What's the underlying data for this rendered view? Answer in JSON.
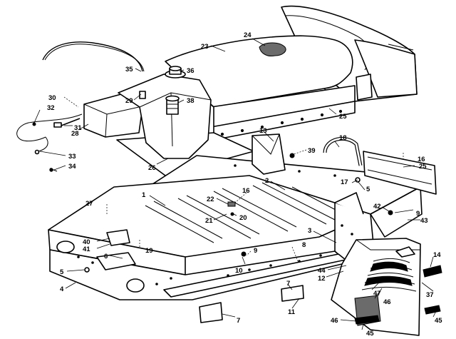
{
  "figure": {
    "labels": [
      {
        "id": "1",
        "text": "1"
      },
      {
        "id": "2",
        "text": "2"
      },
      {
        "id": "3",
        "text": "3"
      },
      {
        "id": "4",
        "text": "4"
      },
      {
        "id": "5a",
        "text": "5"
      },
      {
        "id": "5b",
        "text": "5"
      },
      {
        "id": "6",
        "text": "6"
      },
      {
        "id": "7a",
        "text": "7"
      },
      {
        "id": "7b",
        "text": "7"
      },
      {
        "id": "8",
        "text": "8"
      },
      {
        "id": "9a",
        "text": "9"
      },
      {
        "id": "9b",
        "text": "9"
      },
      {
        "id": "10",
        "text": "10"
      },
      {
        "id": "11",
        "text": "11"
      },
      {
        "id": "12",
        "text": "12"
      },
      {
        "id": "13",
        "text": "13"
      },
      {
        "id": "14",
        "text": "14"
      },
      {
        "id": "16a",
        "text": "16"
      },
      {
        "id": "16b",
        "text": "16"
      },
      {
        "id": "17",
        "text": "17"
      },
      {
        "id": "18",
        "text": "18"
      },
      {
        "id": "19",
        "text": "19"
      },
      {
        "id": "20",
        "text": "20"
      },
      {
        "id": "21",
        "text": "21"
      },
      {
        "id": "22",
        "text": "22"
      },
      {
        "id": "23",
        "text": "23"
      },
      {
        "id": "24",
        "text": "24"
      },
      {
        "id": "25a",
        "text": "25"
      },
      {
        "id": "25b",
        "text": "25"
      },
      {
        "id": "26",
        "text": "26"
      },
      {
        "id": "27",
        "text": "27"
      },
      {
        "id": "28",
        "text": "28"
      },
      {
        "id": "29",
        "text": "29"
      },
      {
        "id": "30",
        "text": "30"
      },
      {
        "id": "31",
        "text": "31"
      },
      {
        "id": "32",
        "text": "32"
      },
      {
        "id": "33",
        "text": "33"
      },
      {
        "id": "34",
        "text": "34"
      },
      {
        "id": "35",
        "text": "35"
      },
      {
        "id": "36",
        "text": "36"
      },
      {
        "id": "37",
        "text": "37"
      },
      {
        "id": "38",
        "text": "38"
      },
      {
        "id": "39",
        "text": "39"
      },
      {
        "id": "40",
        "text": "40"
      },
      {
        "id": "41",
        "text": "41"
      },
      {
        "id": "42",
        "text": "42"
      },
      {
        "id": "43",
        "text": "43"
      },
      {
        "id": "44",
        "text": "44"
      },
      {
        "id": "45a",
        "text": "45"
      },
      {
        "id": "45b",
        "text": "45"
      },
      {
        "id": "46a",
        "text": "46"
      },
      {
        "id": "46b",
        "text": "46"
      },
      {
        "id": "47",
        "text": "47"
      }
    ]
  },
  "colors": {
    "ink": "#000000",
    "paper": "#ffffff",
    "shade": "#6b6b6b"
  }
}
